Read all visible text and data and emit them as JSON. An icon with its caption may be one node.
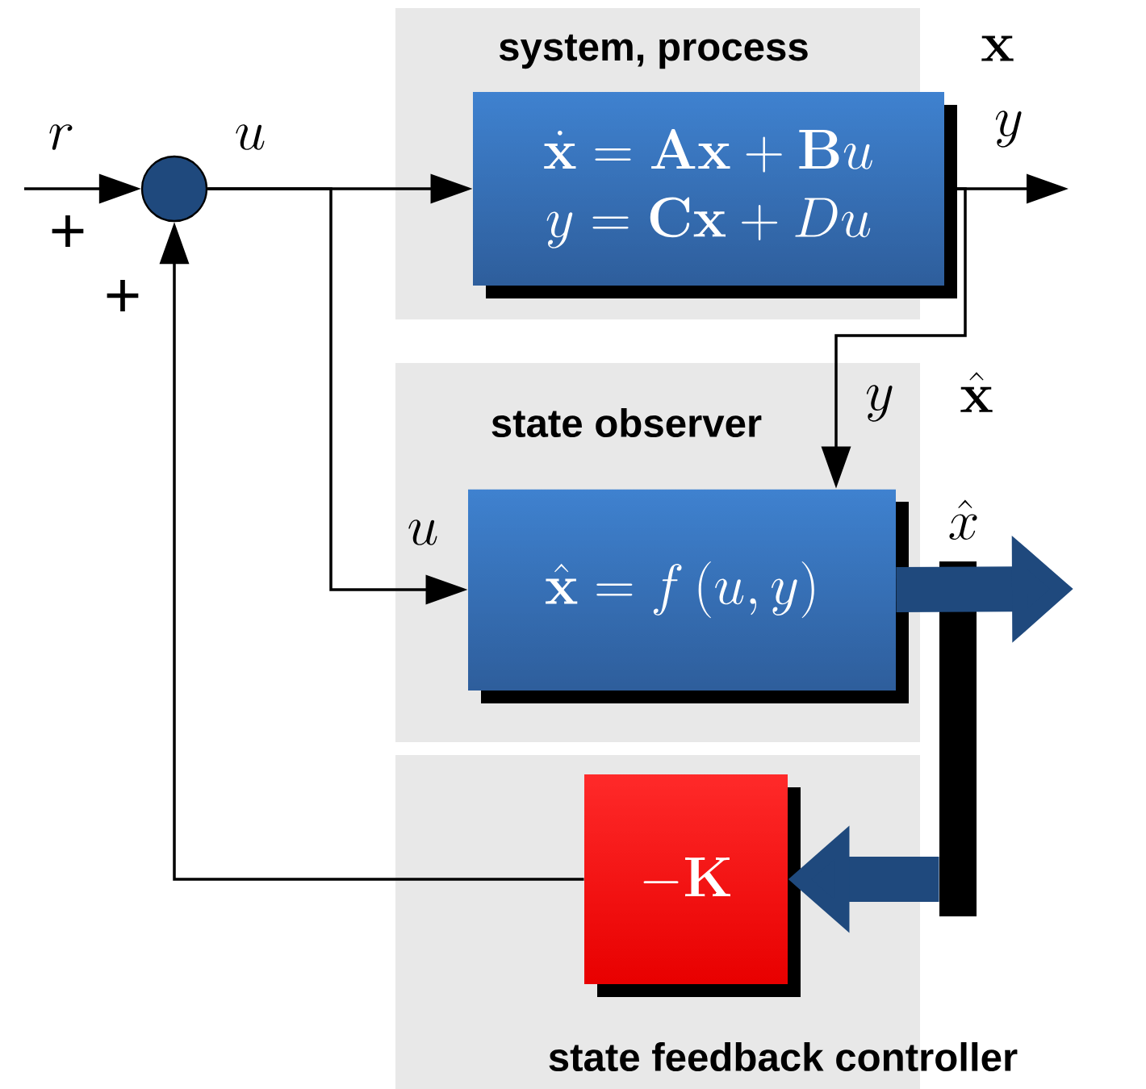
{
  "diagram": {
    "nodes": [
      {
        "text": [
          "system, process"
        ]
      },
      {
        "text": [
          "\\dot{\\mathbf{x}}=\\mathbf{A}\\mathbf{x}+\\mathbf{B}u",
          "y=\\mathbf{C}\\mathbf{x}+Du"
        ],
        "in": 0
      },
      {
        "text": [
          "state observer"
        ]
      },
      {
        "text": [
          "\\hat{\\mathbf{x}}=f\\,(u,y)"
        ],
        "in": 2
      },
      {
        "text": [
          "state feedback controller"
        ]
      },
      {
        "text": [
          "-\\mathbf{K}"
        ],
        "in": 4
      },
      {
        "text": [],
        "shape": "circle"
      },
      {
        "text": [],
        "shape": "bar"
      }
    ],
    "edges": [
      {
        "from": null,
        "to": 6,
        "arrow": "to",
        "label": "r"
      },
      {
        "from": 6,
        "to": 1,
        "arrow": "to",
        "label": "u"
      },
      {
        "from": 6,
        "to": 3,
        "arrow": "to",
        "label": "u"
      },
      {
        "from": 1,
        "to": null,
        "arrow": "to",
        "label": "y"
      },
      {
        "from": 1,
        "to": 3,
        "arrow": "to",
        "label": "y"
      },
      {
        "from": 3,
        "to": null,
        "arrow": "to",
        "label": "\\hat{x}",
        "style": "thick",
        "color": "#1f497d"
      },
      {
        "from": 7,
        "to": 5,
        "arrow": "to",
        "style": "thick",
        "color": "#1f497d"
      },
      {
        "from": 5,
        "to": 6,
        "arrow": "to"
      }
    ],
    "labels": [
      "\\mathbf{x}",
      "+",
      "+",
      "\\hat{\\mathbf{x}}"
    ]
  }
}
